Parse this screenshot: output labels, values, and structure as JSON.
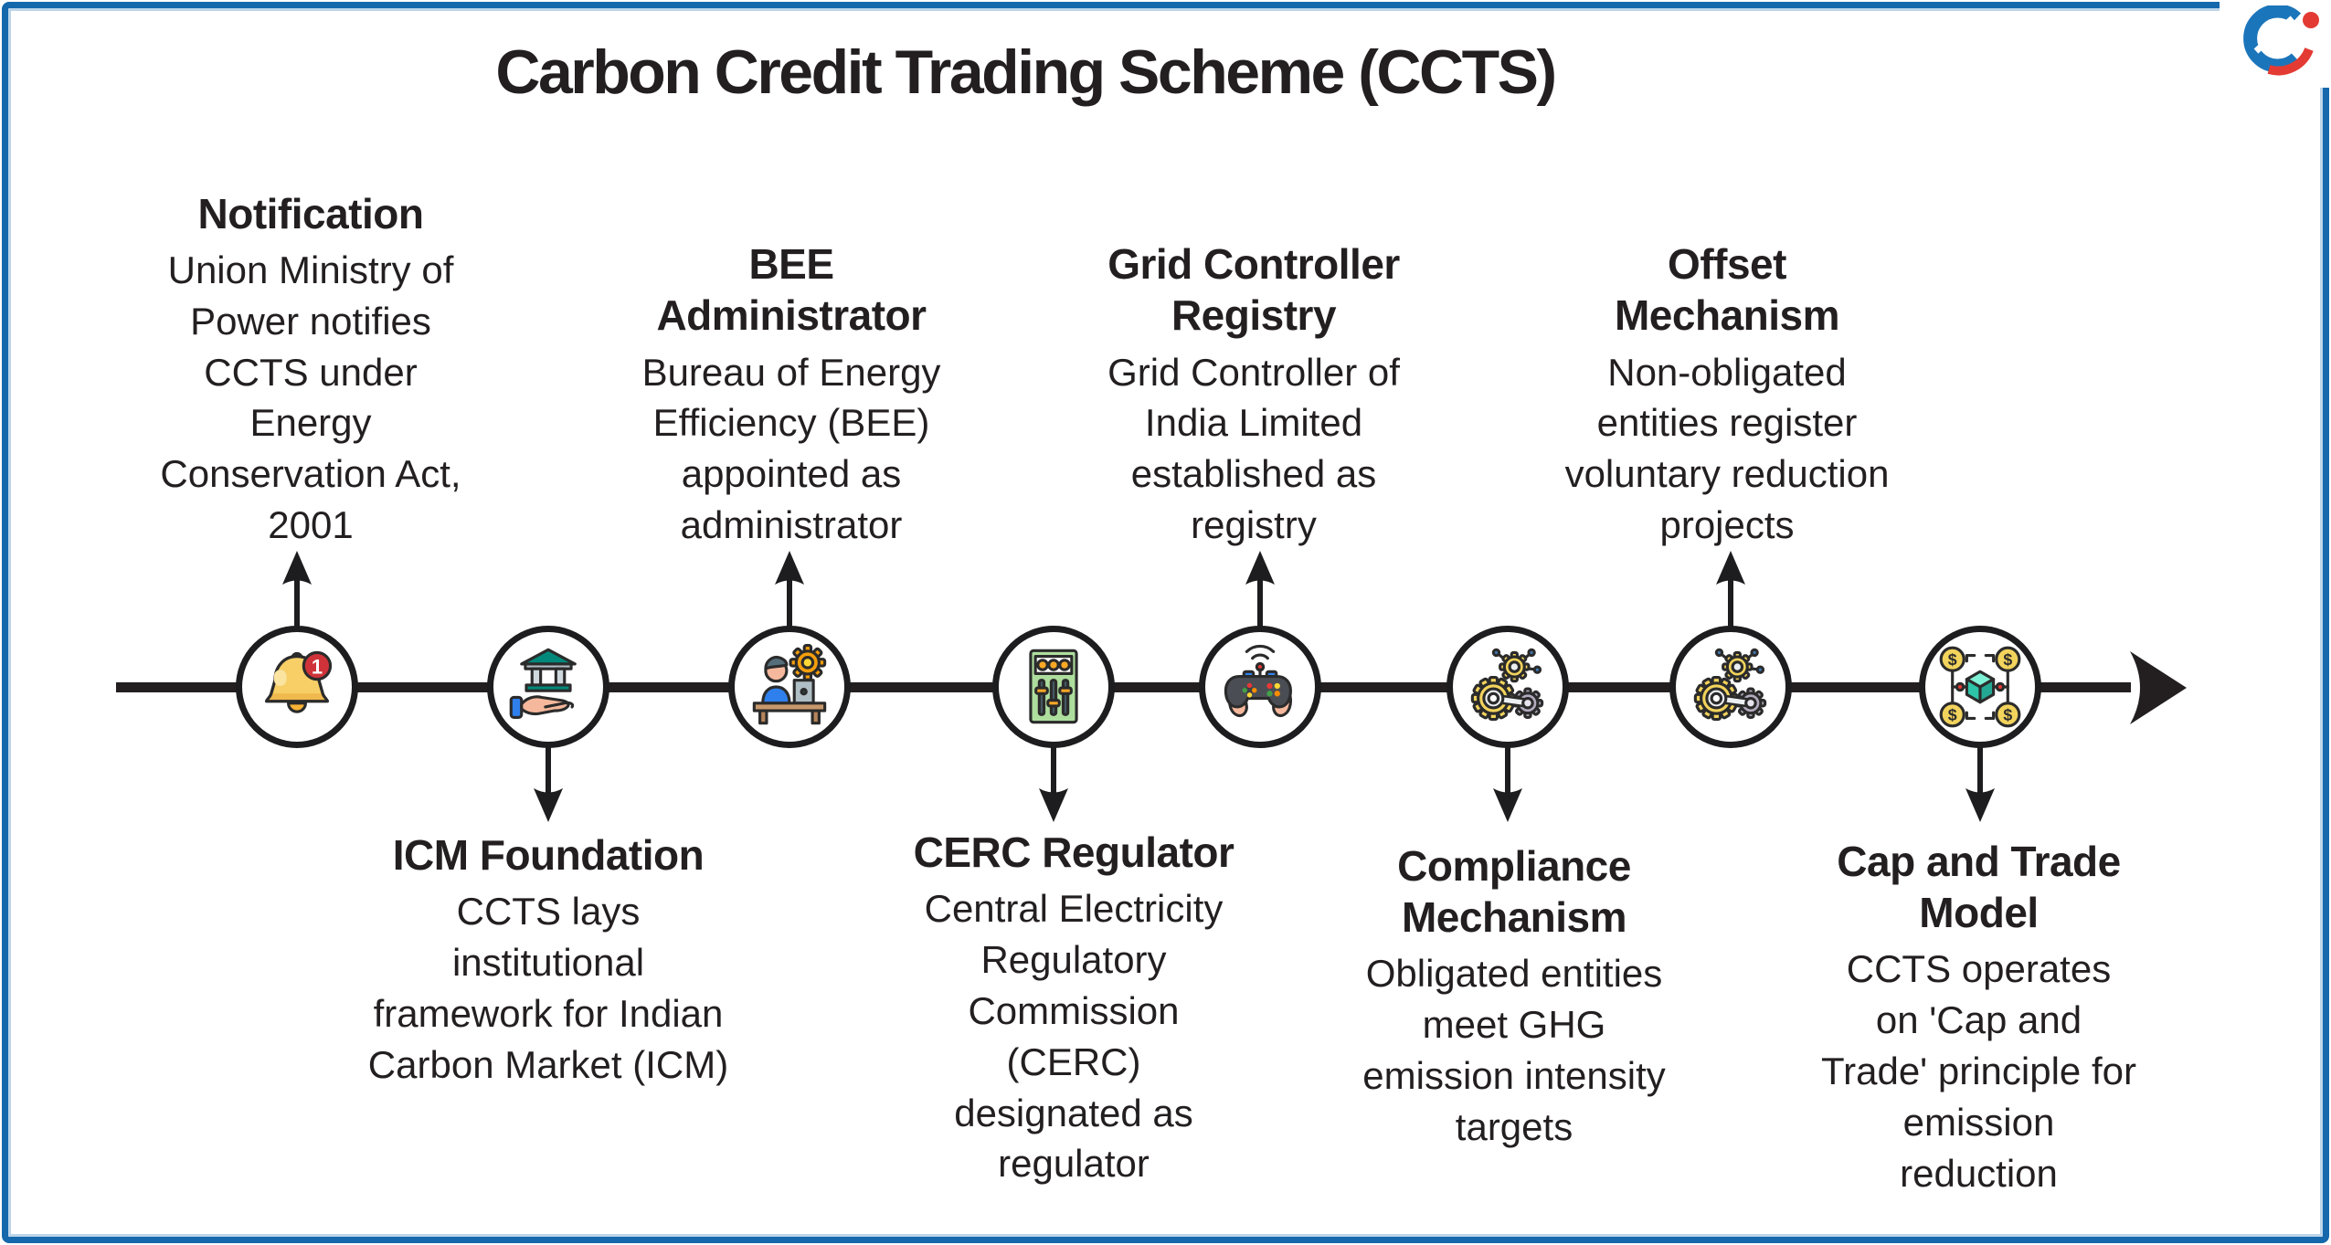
{
  "page": {
    "title": "Carbon Credit Trading Scheme (CCTS)"
  },
  "theme": {
    "frame_border_color": "#1468ab",
    "frame_inner_line_color": "#bcd4e9",
    "text_color": "#231f20",
    "timeline_color": "#231f20",
    "logo_blue": "#1b75ba",
    "logo_red": "#e33b33"
  },
  "branding": {
    "logo": "blue-red-swoosh-globe-logo"
  },
  "icon_glyphs": {
    "bell_badge": "1",
    "coin_symbol": "$"
  },
  "timeline": {
    "direction": "left-to-right",
    "items": [
      {
        "side": "top",
        "icon": "notification-bell",
        "title": "Notification",
        "description": "Union Ministry of Power notifies CCTS under Energy Conservation Act, 2001"
      },
      {
        "side": "bottom",
        "icon": "bank-on-hand",
        "title": "ICM Foundation",
        "description": "CCTS lays institutional framework for Indian Carbon Market (ICM)"
      },
      {
        "side": "top",
        "icon": "administrator-at-desk",
        "title": "BEE Administrator",
        "description": "Bureau of Energy Efficiency (BEE) appointed as administrator"
      },
      {
        "side": "bottom",
        "icon": "control-panel-sliders",
        "title": "CERC Regulator",
        "description": "Central Electricity Regulatory Commission (CERC) designated as regulator"
      },
      {
        "side": "top",
        "icon": "game-controller-wireless",
        "title": "Grid Controller Registry",
        "description": "Grid Controller of India Limited established as registry"
      },
      {
        "side": "bottom",
        "icon": "connected-gears",
        "title": "Compliance Mechanism",
        "description": "Obligated entities meet GHG emission intensity targets"
      },
      {
        "side": "top",
        "icon": "connected-gears",
        "title": "Offset Mechanism",
        "description": "Non-obligated entities register voluntary reduction projects"
      },
      {
        "side": "bottom",
        "icon": "cube-with-dollar-coins",
        "title": "Cap and Trade Model",
        "description": "CCTS operates on 'Cap and Trade' principle for emission reduction"
      }
    ]
  }
}
